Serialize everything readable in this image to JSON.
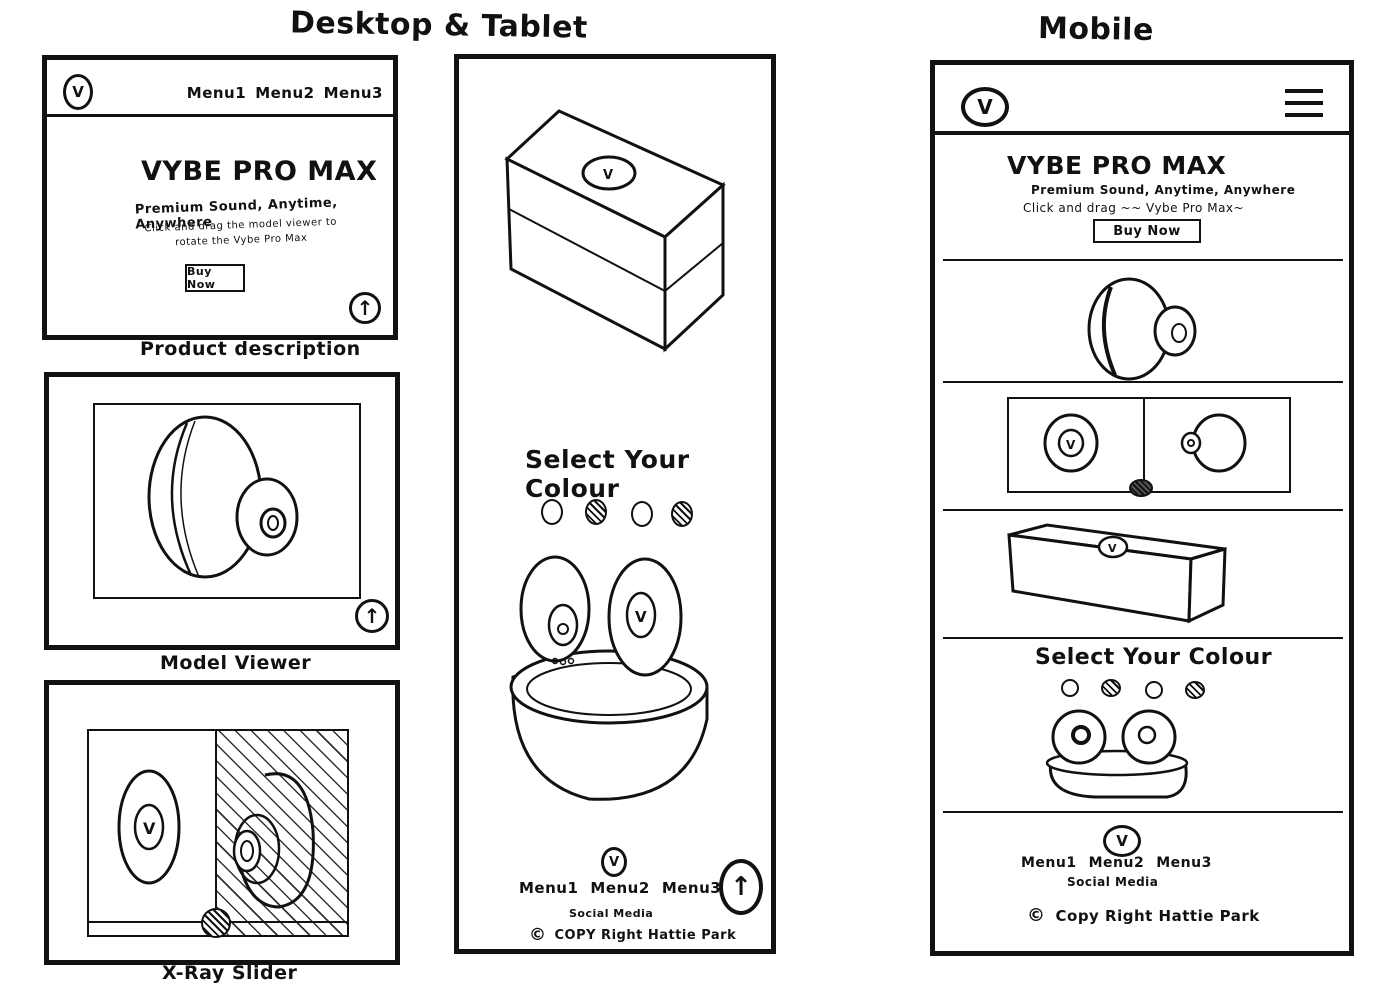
{
  "headings": {
    "desktop_tablet": "Desktop & Tablet",
    "mobile": "Mobile"
  },
  "logo_letter": "V",
  "nav": {
    "menu1": "Menu1",
    "menu2": "Menu2",
    "menu3": "Menu3",
    "mobile_menu1": "Menu1",
    "mobile_menu2": "Menu2",
    "mobile_menu3": "Menu3"
  },
  "hero": {
    "title": "VYBE PRO MAX",
    "tagline": "Premium Sound, Anytime, Anywhere",
    "instruction": "Click and drag the model viewer to rotate the Vybe Pro Max",
    "buy_label": "Buy Now"
  },
  "mobile_hero": {
    "title": "VYBE PRO MAX",
    "tagline": "Premium Sound, Anytime, Anywhere",
    "instruction": "Click and drag ~~ Vybe Pro Max~",
    "buy_label": "Buy Now"
  },
  "captions": {
    "product_description": "Product description",
    "model_viewer": "Model Viewer",
    "xray_slider": "X-Ray Slider"
  },
  "colour": {
    "title": "Select Your Colour",
    "swatches": [
      "light",
      "dark",
      "light",
      "dark"
    ],
    "mobile_title": "Select Your Colour",
    "mobile_swatches": [
      "light",
      "dark",
      "light",
      "dark"
    ]
  },
  "footer": {
    "menu1": "Menu1",
    "menu2": "Menu2",
    "menu3": "Menu3",
    "social": "Social Media",
    "copyright": "COPY Right Hattie Park",
    "copyright_symbol": "©"
  },
  "mobile_footer": {
    "social": "Social Media",
    "copyright": "Copy Right Hattie Park",
    "copyright_symbol": "©"
  },
  "icons": {
    "up_arrow": "↑",
    "hamburger": "hamburger-icon"
  }
}
